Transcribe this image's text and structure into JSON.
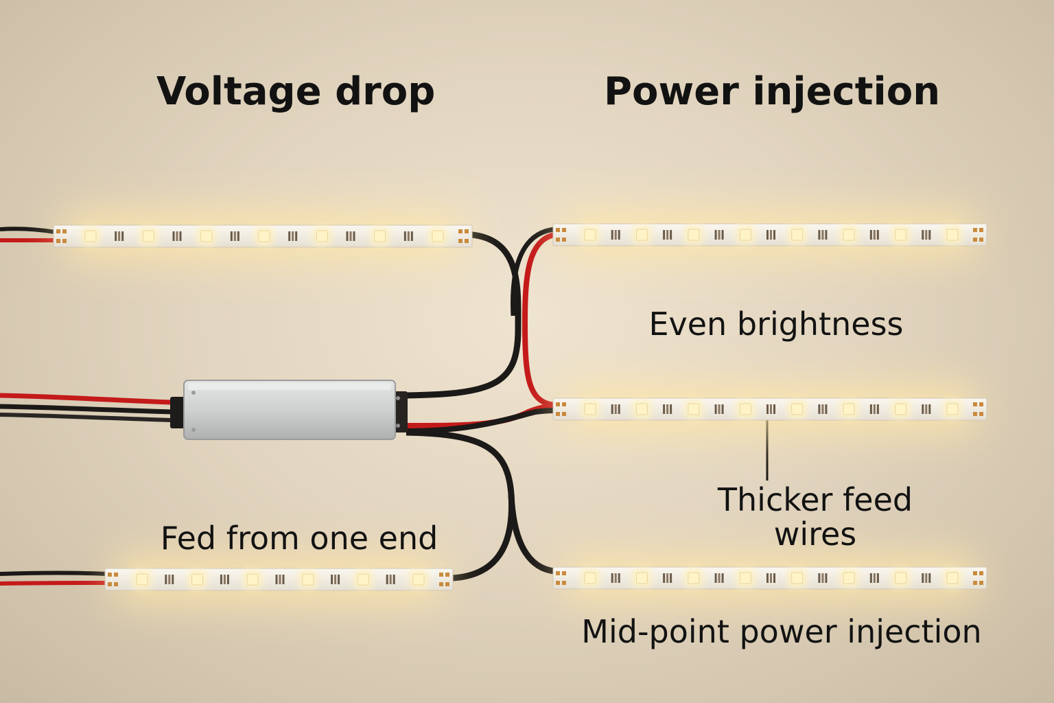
{
  "headings": {
    "left": "Voltage drop",
    "right": "Power injection"
  },
  "captions": {
    "even_brightness": "Even brightness",
    "thicker_feed_line1": "Thicker feed",
    "thicker_feed_line2": "wires",
    "fed_from_one_end": "Fed from one end",
    "mid_point": "Mid-point power injection"
  },
  "colors": {
    "background": "#e6dac4",
    "strip": "#f3efe6",
    "led": "#fff3c8",
    "glow": "#ffe6a8",
    "wire_red": "#c41a1a",
    "wire_black": "#1c1a18",
    "driver": "#cfd0d0",
    "text": "#121212"
  },
  "components": {
    "driver": "power-supply-box",
    "strips": [
      "strip-top-left",
      "strip-bottom-left",
      "strip-top-right",
      "strip-middle-right",
      "strip-bottom-right"
    ]
  }
}
